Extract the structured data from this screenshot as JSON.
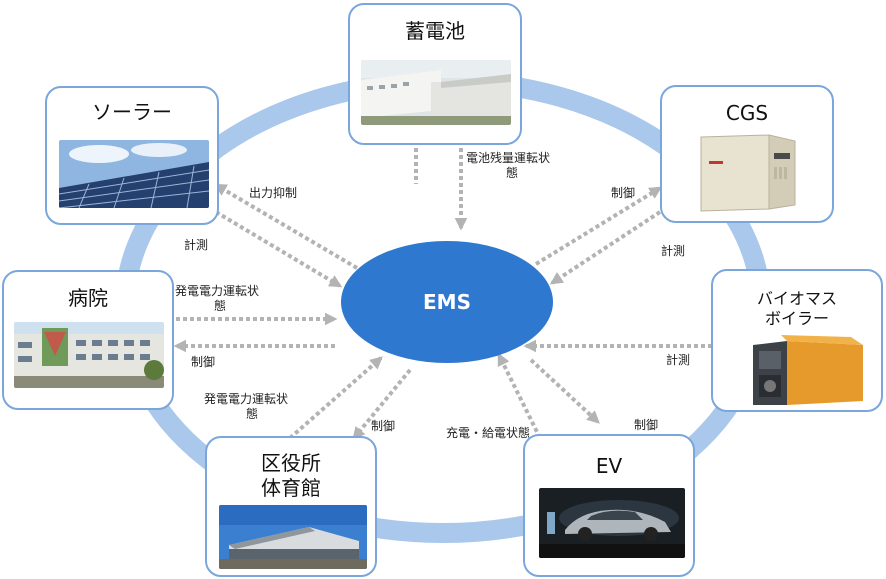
{
  "colors": {
    "ring": "#a9c8ec",
    "node_border": "#7aa6dc",
    "ems_fill": "#2f78d0",
    "arrow": "#b3b3b3"
  },
  "center": {
    "label": "EMS"
  },
  "nodes": {
    "battery": {
      "title": "蓄電池",
      "icon": "battery-facility-photo"
    },
    "solar": {
      "title": "ソーラー",
      "icon": "solar-panel-photo"
    },
    "cgs": {
      "title": "CGS",
      "icon": "cogeneration-unit-photo"
    },
    "hospital": {
      "title": "病院",
      "icon": "hospital-building-photo"
    },
    "biomass": {
      "title_line1": "バイオマス",
      "title_line2": "ボイラー",
      "icon": "biomass-boiler-photo"
    },
    "gym": {
      "title_line1": "区役所",
      "title_line2": "体育館",
      "icon": "gymnasium-photo"
    },
    "ev": {
      "title": "EV",
      "icon": "electric-car-photo"
    }
  },
  "labels": {
    "battery_status_1": "電池残量運転状",
    "battery_status_2": "態",
    "solar_output": "出力抑制",
    "solar_measure": "計測",
    "cgs_control": "制御",
    "cgs_measure": "計測",
    "hospital_status_1": "発電電力運転状",
    "hospital_status_2": "態",
    "hospital_control": "制御",
    "biomass_measure": "計測",
    "biomass_control": "制御",
    "gym_status_1": "発電電力運転状",
    "gym_status_2": "態",
    "gym_control": "制御",
    "ev_status": "充電・給電状態"
  }
}
